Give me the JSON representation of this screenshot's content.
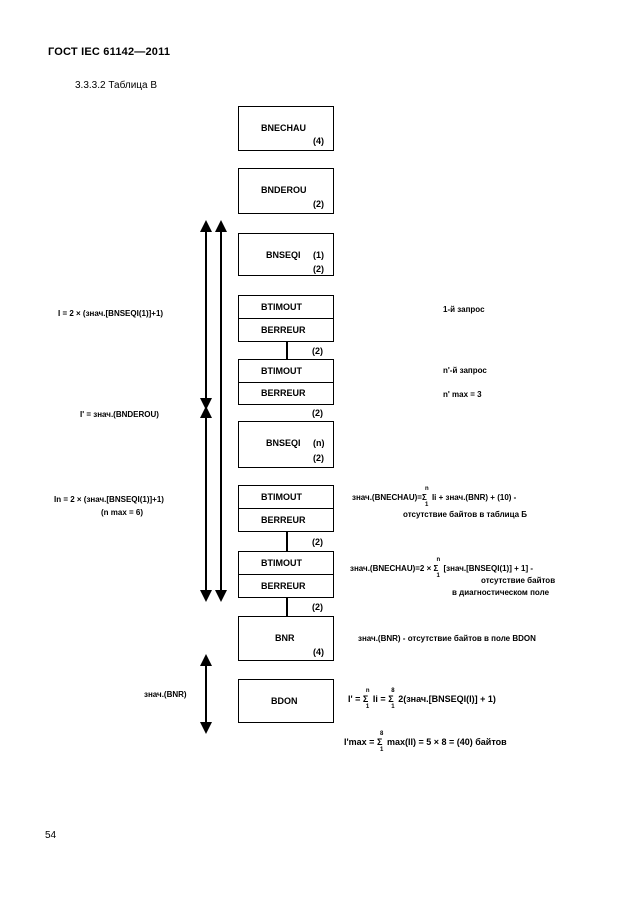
{
  "header": {
    "title": "ГОСТ IEC 61142—2011",
    "section": "3.3.3.2  Таблица В"
  },
  "page_number": "54",
  "boxes": {
    "bnechau": {
      "name": "BNECHAU",
      "count": "(4)"
    },
    "bnderou": {
      "name": "BNDEROU",
      "count": "(2)"
    },
    "bnseqi1": {
      "name": "BNSEQI",
      "index": "(1)",
      "count": "(2)"
    },
    "btimout1": {
      "name": "BTIMOUT"
    },
    "berreur1": {
      "name": "BERREUR"
    },
    "btimout2": {
      "name": "BTIMOUT"
    },
    "berreur2": {
      "name": "BERREUR"
    },
    "bnseqin": {
      "name": "BNSEQI",
      "index": "(n)",
      "count": "(2)"
    },
    "btimout3": {
      "name": "BTIMOUT"
    },
    "berreur3": {
      "name": "BERREUR"
    },
    "btimout4": {
      "name": "BTIMOUT"
    },
    "berreur4": {
      "name": "BERREUR"
    },
    "bnr": {
      "name": "BNR",
      "count": "(4)"
    },
    "bdon": {
      "name": "BDON"
    }
  },
  "connector_counts": [
    "(2)",
    "(2)",
    "(2)",
    "(2)"
  ],
  "left_notes": {
    "i_formula": "I = 2 × (знач.[BNSEQI(1)]+1)",
    "i_prime": "I' = знач.(BNDEROU)",
    "in_formula": "In = 2 × (знач.[BNSEQI(1)]+1)",
    "n_max": "(n max = 6)",
    "bnr_value": "знач.(BNR)"
  },
  "right_notes": {
    "first_request": "1-й запрос",
    "nth_request": "n'-й запрос",
    "n_max": "n' max = 3",
    "formula1_lhs": "знач.(BNECHAU)=",
    "formula1_rest": "Ii + знач.(BNR) + (10) -",
    "formula1_line2": "отсутствие байтов в таблица Б",
    "formula2_lhs": "знач.(BNECHAU)=2 ×",
    "formula2_rest": "[знач.[BNSEQI(1)] + 1] -",
    "formula2_line2": "отсутствие байтов",
    "formula2_line3": "в диагностическом поле",
    "bnr_note": "знач.(BNR) - отсутствие байтов в поле BDON",
    "bdon_lhs": "I' =",
    "bdon_mid": "Ii =",
    "bdon_rest": "2(знач.[BNSEQI(I)] + 1)",
    "imax_lhs": "I'max =",
    "imax_rest": "max(II) = 5 × 8 = (40) байтов",
    "sum_top_n": "n",
    "sum_top_8": "8",
    "sum_bottom": "1",
    "sum_symbol": "Σ"
  }
}
